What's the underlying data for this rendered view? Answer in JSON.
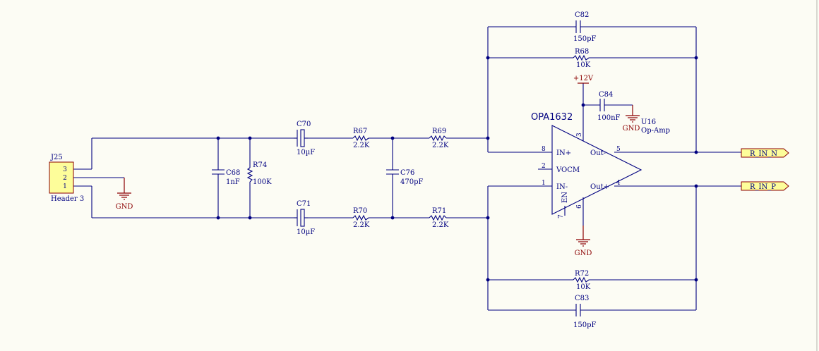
{
  "connector": {
    "ref": "J25",
    "name": "Header 3",
    "pins": [
      "3",
      "2",
      "1"
    ]
  },
  "ground_label": "GND",
  "supply_label": "+12V",
  "components": {
    "C68": {
      "ref": "C68",
      "value": "1nF"
    },
    "R74": {
      "ref": "R74",
      "value": "100K"
    },
    "C70": {
      "ref": "C70",
      "value": "10µF"
    },
    "C71": {
      "ref": "C71",
      "value": "10µF"
    },
    "R67": {
      "ref": "R67",
      "value": "2.2K"
    },
    "R70": {
      "ref": "R70",
      "value": "2.2K"
    },
    "C76": {
      "ref": "C76",
      "value": "470pF"
    },
    "R69": {
      "ref": "R69",
      "value": "2.2K"
    },
    "R71": {
      "ref": "R71",
      "value": "2.2K"
    },
    "C82": {
      "ref": "C82",
      "value": "150pF"
    },
    "R68": {
      "ref": "R68",
      "value": "10K"
    },
    "C84": {
      "ref": "C84",
      "value": "100nF"
    },
    "R72": {
      "ref": "R72",
      "value": "10K"
    },
    "C83": {
      "ref": "C83",
      "value": "150pF"
    }
  },
  "opamp": {
    "part": "OPA1632",
    "ref": "U16",
    "type": "Op-Amp",
    "pin_names": {
      "in_plus": "IN+",
      "in_minus": "IN-",
      "vocm": "VOCM",
      "out_minus": "Out-",
      "out_plus": "Out+",
      "en": "EN"
    },
    "pin_numbers": {
      "in_plus": "8",
      "vocm": "2",
      "in_minus": "1",
      "vs_plus": "3",
      "out_minus": "5",
      "out_plus": "4",
      "vs_minus": "6",
      "en": "7"
    }
  },
  "ports": {
    "out_n": "R_IN_N",
    "out_p": "R_IN_P"
  }
}
